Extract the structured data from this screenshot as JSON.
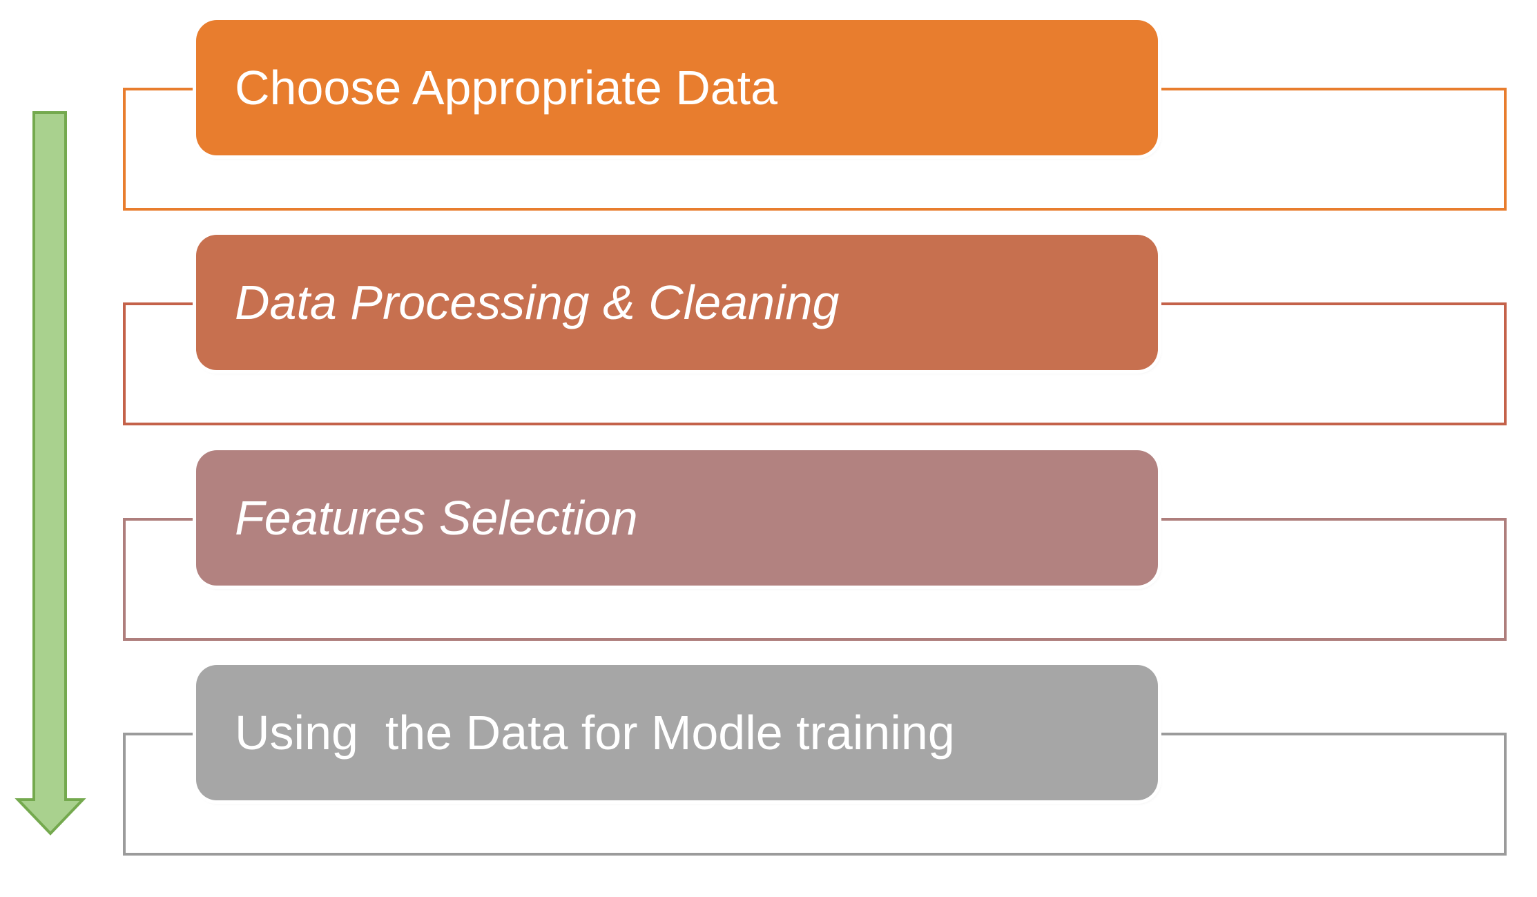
{
  "diagram": {
    "kind": "vertical-process-flow",
    "background_color": "#ffffff",
    "steps": [
      {
        "label": "Choose Appropriate Data",
        "fill": "#E87D2E",
        "outline_color": "#E87D2E",
        "text_color": "#ffffff",
        "italic": false
      },
      {
        "label": "Data Processing & Cleaning",
        "fill": "#C7704F",
        "outline_color": "#C4624A",
        "text_color": "#ffffff",
        "italic": true
      },
      {
        "label": "Features Selection",
        "fill": "#B28280",
        "outline_color": "#AE7E7C",
        "text_color": "#ffffff",
        "italic": true
      },
      {
        "label": "Using  the Data for Modle training",
        "fill": "#A6A6A6",
        "outline_color": "#9B9B9B",
        "text_color": "#ffffff",
        "italic": false
      }
    ],
    "arrow": {
      "direction": "down",
      "fill": "#A9D18E",
      "stroke": "#74A94E"
    }
  }
}
